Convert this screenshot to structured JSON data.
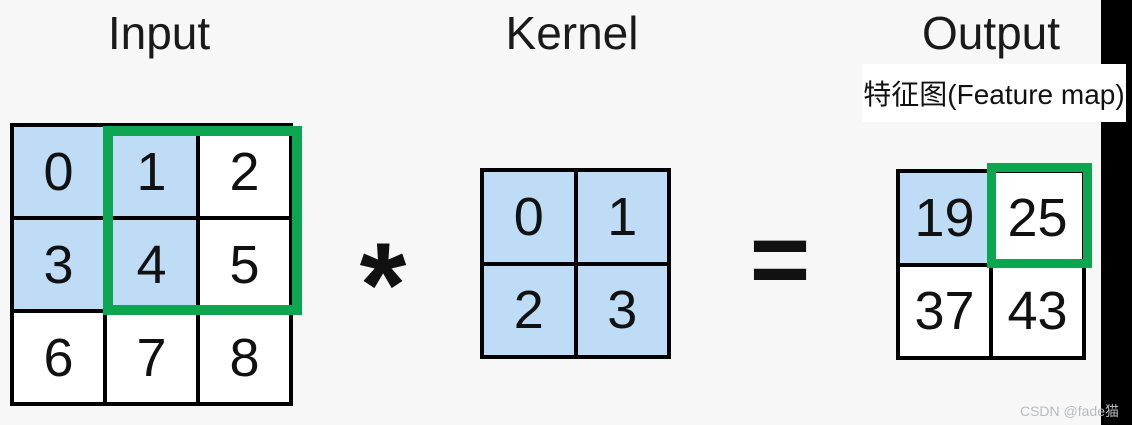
{
  "colors": {
    "background": "#f7f7f8",
    "cell_blue": "#bedcf6",
    "cell_white": "#ffffff",
    "grid_line": "#000000",
    "highlight_green": "#0ba64f",
    "title_text": "#1a1a1a",
    "watermark_text": "#b8bcc0"
  },
  "titles": {
    "input": "Input",
    "kernel": "Kernel",
    "output": "Output"
  },
  "feature_map_label": "特征图(Feature map)",
  "operators": {
    "convolution": "*",
    "equals": "="
  },
  "grids": {
    "input": {
      "columns": 3,
      "cells": [
        {
          "value": "0",
          "shaded": true
        },
        {
          "value": "1",
          "shaded": true
        },
        {
          "value": "2",
          "shaded": false
        },
        {
          "value": "3",
          "shaded": true
        },
        {
          "value": "4",
          "shaded": true
        },
        {
          "value": "5",
          "shaded": false
        },
        {
          "value": "6",
          "shaded": false
        },
        {
          "value": "7",
          "shaded": false
        },
        {
          "value": "8",
          "shaded": false
        }
      ]
    },
    "kernel": {
      "columns": 2,
      "cells": [
        {
          "value": "0",
          "shaded": true
        },
        {
          "value": "1",
          "shaded": true
        },
        {
          "value": "2",
          "shaded": true
        },
        {
          "value": "3",
          "shaded": true
        }
      ]
    },
    "output": {
      "columns": 2,
      "cells": [
        {
          "value": "19",
          "shaded": true
        },
        {
          "value": "25",
          "shaded": false
        },
        {
          "value": "37",
          "shaded": false
        },
        {
          "value": "43",
          "shaded": false
        }
      ]
    }
  },
  "highlights": {
    "input_window_cells": [
      "1",
      "2",
      "4",
      "5"
    ],
    "output_highlight_cell": "25"
  },
  "watermark": "CSDN @fade猫"
}
